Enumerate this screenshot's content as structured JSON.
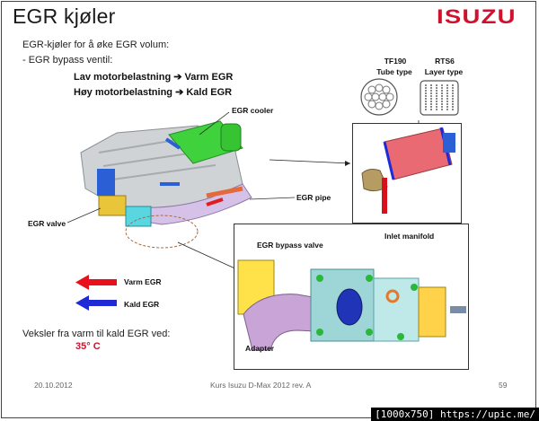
{
  "slide": {
    "title": "EGR kjøler",
    "logo_text": "ISUZU",
    "intro_line1": "EGR-kjøler for å øke EGR volum:",
    "intro_line2": "- EGR bypass ventil:",
    "condition_low_left": "Lav motorbelastning",
    "condition_low_right": "Varm EGR",
    "condition_high_left": "Høy motorbelastning",
    "condition_high_right": "Kald EGR",
    "arrow_glyph": "➔"
  },
  "cooler_types": {
    "tube_code": "TF190",
    "tube_label": "Tube type",
    "layer_code": "RTS6",
    "layer_label": "Layer type"
  },
  "callouts": {
    "egr_cooler": "EGR cooler",
    "egr_pipe": "EGR pipe",
    "egr_valve": "EGR valve",
    "bypass_valve": "EGR bypass valve",
    "inlet_manifold": "Inlet manifold",
    "adapter": "Adapter"
  },
  "legend": {
    "warm_label": "Varm EGR",
    "cold_label": "Kald EGR",
    "warm_color": "#e8101c",
    "cold_color": "#1f2ad6"
  },
  "switch_note": {
    "text": "Veksler fra varm til kald EGR ved:",
    "temperature": "35° C"
  },
  "footer": {
    "date": "20.10.2012",
    "course": "Kurs Isuzu D-Max 2012 rev. A",
    "page": "59"
  },
  "watermark": {
    "text": "[1000x750] https://upic.me/"
  }
}
